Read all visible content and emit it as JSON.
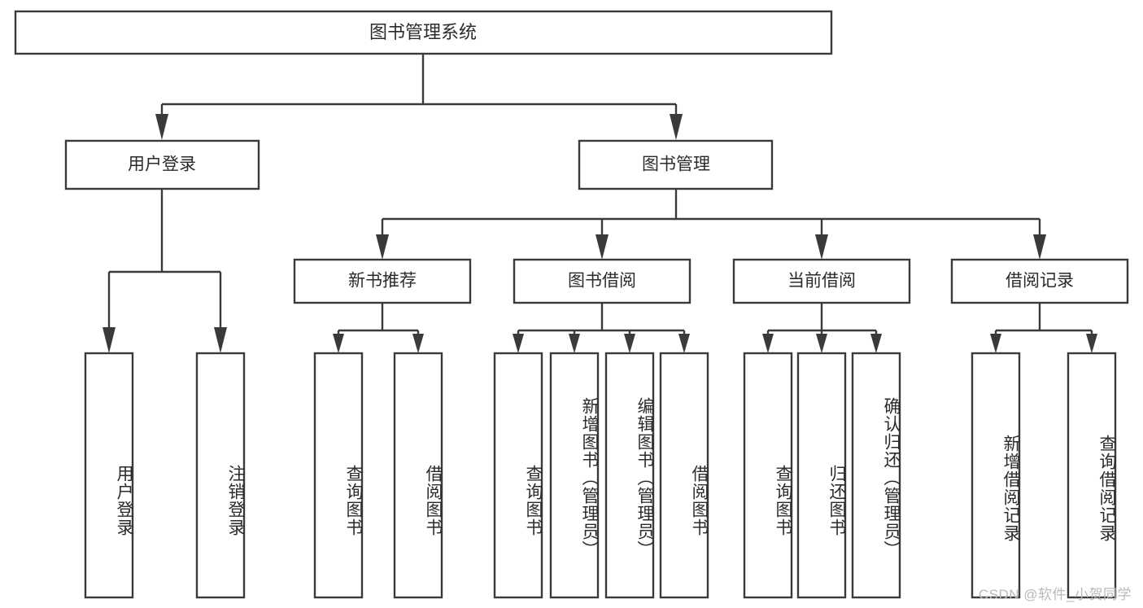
{
  "diagram": {
    "type": "tree-hierarchy",
    "title": "图书管理系统",
    "root": {
      "label": "图书管理系统"
    },
    "level2": [
      {
        "label": "用户登录"
      },
      {
        "label": "图书管理"
      }
    ],
    "level3": [
      {
        "label": "新书推荐"
      },
      {
        "label": "图书借阅"
      },
      {
        "label": "当前借阅"
      },
      {
        "label": "借阅记录"
      }
    ],
    "leaves": {
      "user_login": [
        {
          "label": "用户登录"
        },
        {
          "label": "注销登录"
        }
      ],
      "new_book_recommend": [
        {
          "label": "查询图书"
        },
        {
          "label": "借阅图书"
        }
      ],
      "book_borrow": [
        {
          "label": "查询图书"
        },
        {
          "label": "新增图书（管理员）"
        },
        {
          "label": "编辑图书（管理员）"
        },
        {
          "label": "借阅图书"
        }
      ],
      "current_borrow": [
        {
          "label": "查询图书"
        },
        {
          "label": "归还图书"
        },
        {
          "label": "确认归还（管理员）"
        }
      ],
      "borrow_record": [
        {
          "label": "新增借阅记录"
        },
        {
          "label": "查询借阅记录"
        }
      ]
    }
  },
  "watermark": {
    "text": "CSDN @软件_小贺同学"
  },
  "colors": {
    "stroke": "#3a3a3a",
    "box_fill": "#ffffff",
    "text": "#2b2b2b",
    "background": "#ffffff",
    "watermark": "#b9b9b9"
  }
}
